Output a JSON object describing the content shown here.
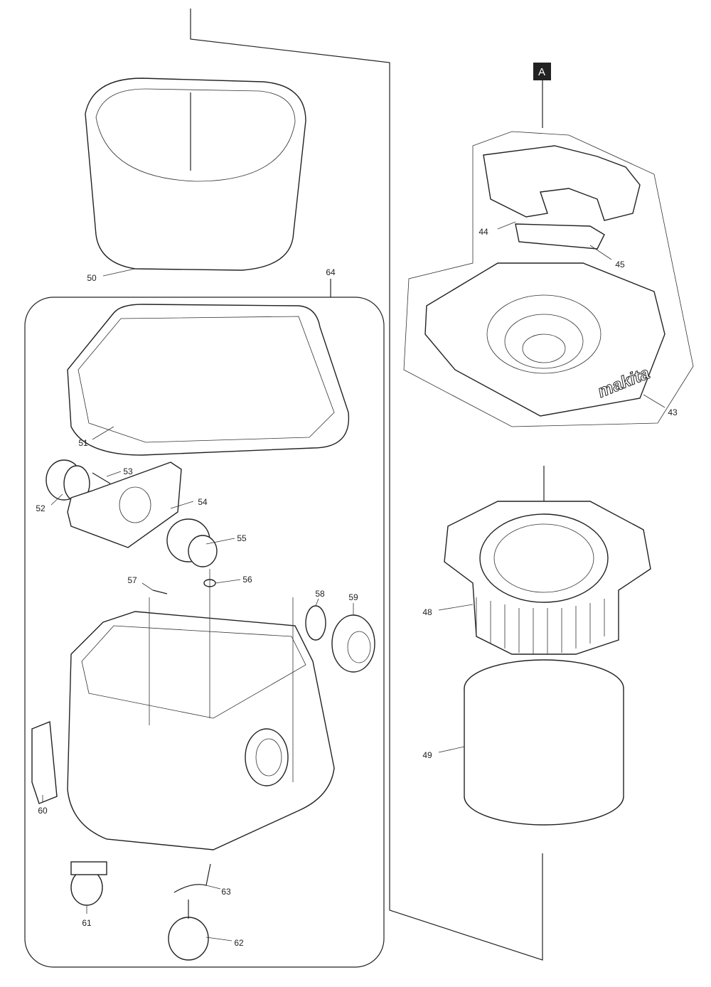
{
  "section_marker": "A",
  "parts": {
    "p43": "43",
    "p44": "44",
    "p45": "45",
    "p48": "48",
    "p49": "49",
    "p50": "50",
    "p51": "51",
    "p52": "52",
    "p53": "53",
    "p54": "54",
    "p55": "55",
    "p56": "56",
    "p57": "57",
    "p58": "58",
    "p59": "59",
    "p60": "60",
    "p61": "61",
    "p62": "62",
    "p63": "63",
    "p64": "64"
  },
  "brand_logo": "makita"
}
